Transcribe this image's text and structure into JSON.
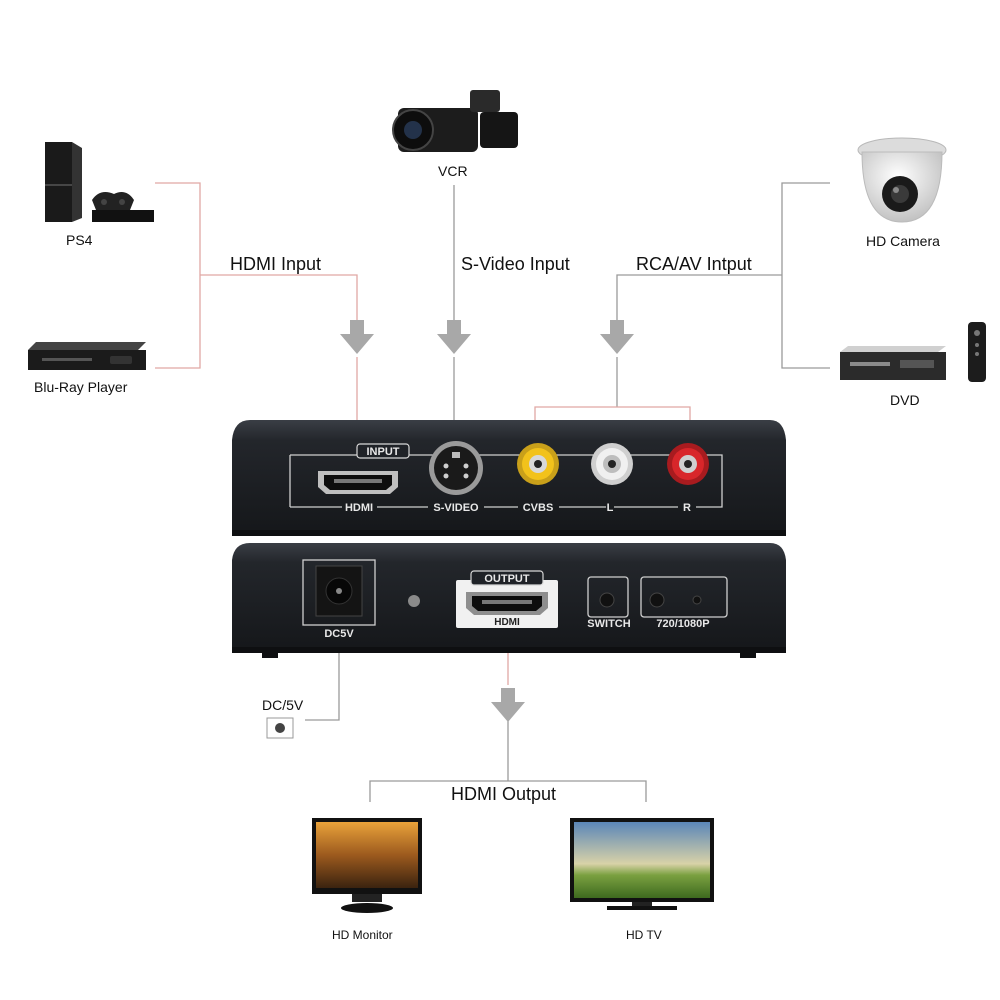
{
  "devices": {
    "ps4": "PS4",
    "bluray": "Blu-Ray Player",
    "vcr": "VCR",
    "hd_camera": "HD Camera",
    "dvd": "DVD",
    "hd_monitor": "HD Monitor",
    "hd_tv": "HD TV"
  },
  "connections": {
    "hdmi_input": "HDMI Input",
    "svideo_input": "S-Video Input",
    "rca_input": "RCA/AV Intput",
    "hdmi_output": "HDMI Output",
    "dc_power": "DC/5V"
  },
  "front_panel": {
    "input_title": "INPUT",
    "ports": [
      "HDMI",
      "S-VIDEO",
      "CVBS",
      "L",
      "R"
    ]
  },
  "back_panel": {
    "power": "DC5V",
    "output_title": "OUTPUT",
    "output_port": "HDMI",
    "switch": "SWITCH",
    "resolution": "720/1080P"
  },
  "colors": {
    "unit_body": "#1c1f24",
    "connector_line": "#e0a8a4",
    "arrow": "#a8a8a8",
    "rca_yellow": "#f2c21b",
    "rca_white": "#f0f0f0",
    "rca_red": "#d8262a"
  }
}
